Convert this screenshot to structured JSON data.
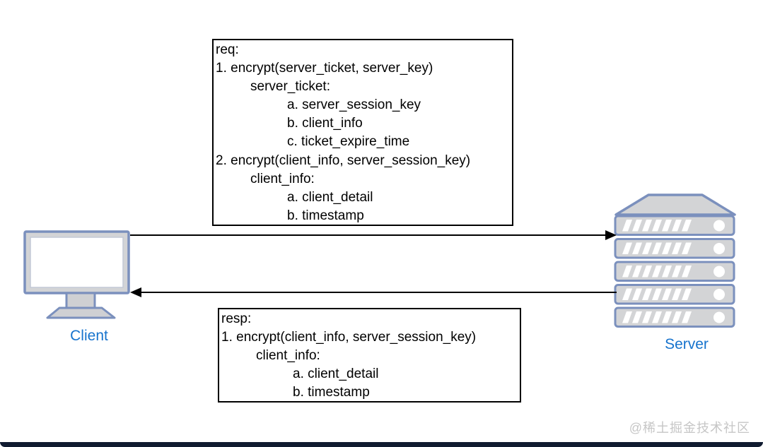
{
  "client": {
    "label": "Client",
    "icon": "desktop-monitor-icon"
  },
  "server": {
    "label": "Server",
    "icon": "server-rack-icon"
  },
  "request_box": {
    "lines": [
      {
        "text": "req:",
        "indent": 0
      },
      {
        "text": "1. encrypt(server_ticket, server_key)",
        "indent": 0
      },
      {
        "text": "server_ticket:",
        "indent": 1
      },
      {
        "text": "a. server_session_key",
        "indent": 2
      },
      {
        "text": "b. client_info",
        "indent": 2
      },
      {
        "text": "c. ticket_expire_time",
        "indent": 2
      },
      {
        "text": "2. encrypt(client_info, server_session_key)",
        "indent": 0
      },
      {
        "text": "client_info:",
        "indent": 1
      },
      {
        "text": "a. client_detail",
        "indent": 2
      },
      {
        "text": "b. timestamp",
        "indent": 2
      }
    ]
  },
  "response_box": {
    "lines": [
      {
        "text": "resp:",
        "indent": 0
      },
      {
        "text": "1. encrypt(client_info, server_session_key)",
        "indent": 0
      },
      {
        "text": "client_info:",
        "indent": 1
      },
      {
        "text": "a. client_detail",
        "indent": 2
      },
      {
        "text": "b. timestamp",
        "indent": 2
      }
    ]
  },
  "arrows": {
    "request": {
      "from": "client",
      "to": "server",
      "direction": "right"
    },
    "response": {
      "from": "server",
      "to": "client",
      "direction": "left"
    }
  },
  "watermark": "@稀土掘金技术社区",
  "colors": {
    "label_blue": "#1673cd",
    "shape_border_blue": "#7b90bd",
    "shape_fill_gray": "#d3d4d6",
    "box_border": "#000000",
    "arrow": "#000000",
    "watermark_gray": "#c6c6c6",
    "bottom_bar_navy": "#101b30"
  }
}
